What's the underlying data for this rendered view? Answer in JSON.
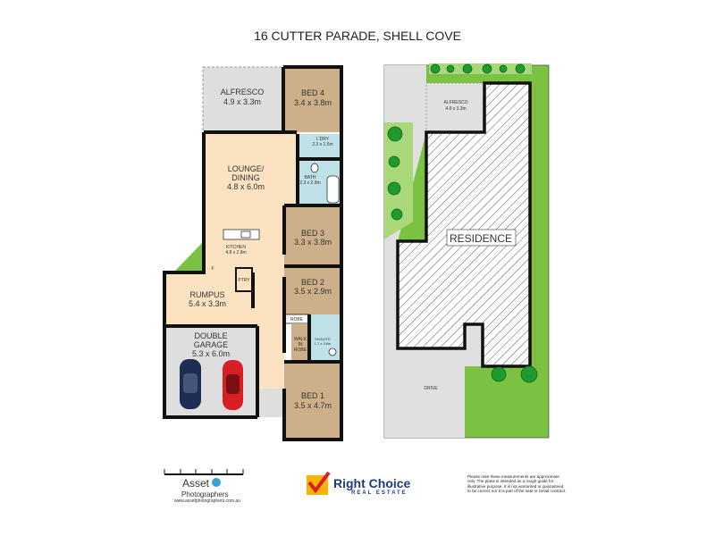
{
  "title": "16 CUTTER PARADE, SHELL COVE",
  "floor_plan": {
    "rooms": [
      {
        "name": "ALFRESCO",
        "size": "4.9 x 3.3m"
      },
      {
        "name": "BED 4",
        "size": "3.4 x 3.8m"
      },
      {
        "name": "L'DRY",
        "size": "2.3 x 1.5m"
      },
      {
        "name": "LOUNGE/",
        "name2": "DINING",
        "size": "4.8 x 6.0m"
      },
      {
        "name": "BATH",
        "size": "2.3 x 2.9m"
      },
      {
        "name": "KITCHEN",
        "size": "4.8 x 2.8m"
      },
      {
        "name": "BED 3",
        "size": "3.3 x 3.8m"
      },
      {
        "name": "BED 2",
        "size": "3.5 x 2.9m"
      },
      {
        "name": "RUMPUS",
        "size": "5.4 x 3.3m"
      },
      {
        "name": "PTRY"
      },
      {
        "name": "ROBE"
      },
      {
        "name": "WALK",
        "name2": "IN",
        "name3": "ROBE"
      },
      {
        "name": "ENSUITE",
        "size": "1.7 x 3.8m"
      },
      {
        "name": "DOUBLE",
        "name2": "GARAGE",
        "size": "5.3 x 6.0m"
      },
      {
        "name": "BED 1",
        "size": "3.5 x 4.7m"
      }
    ],
    "fridge_label": "F"
  },
  "site_plan": {
    "alfresco": "ALFRESCO",
    "alfresco_size": "4.9 x 3.3m",
    "residence": "RESIDENCE",
    "drive": "DRIVE"
  },
  "colors": {
    "wall": "#111111",
    "living": "#fbe3c2",
    "bedroom": "#cdb08a",
    "wet": "#bfe2e8",
    "outdoor": "#dedede",
    "lawn": "#7bc142",
    "car_blue": "#1f2d55",
    "car_red": "#d81f26"
  },
  "footer": {
    "asset_name": "Asset",
    "asset_sub": "Photographers",
    "asset_url": "www.assetphotographers.com.au",
    "agency_name": "Right Choice",
    "agency_sub": "REAL ESTATE",
    "disclaimer": "Please note these measurements are approximate only. The plans is intended as a rough guide for illustrative purpose. It is not warranted or guaranteed to be correct nor it is part of the sale or rental contract."
  }
}
